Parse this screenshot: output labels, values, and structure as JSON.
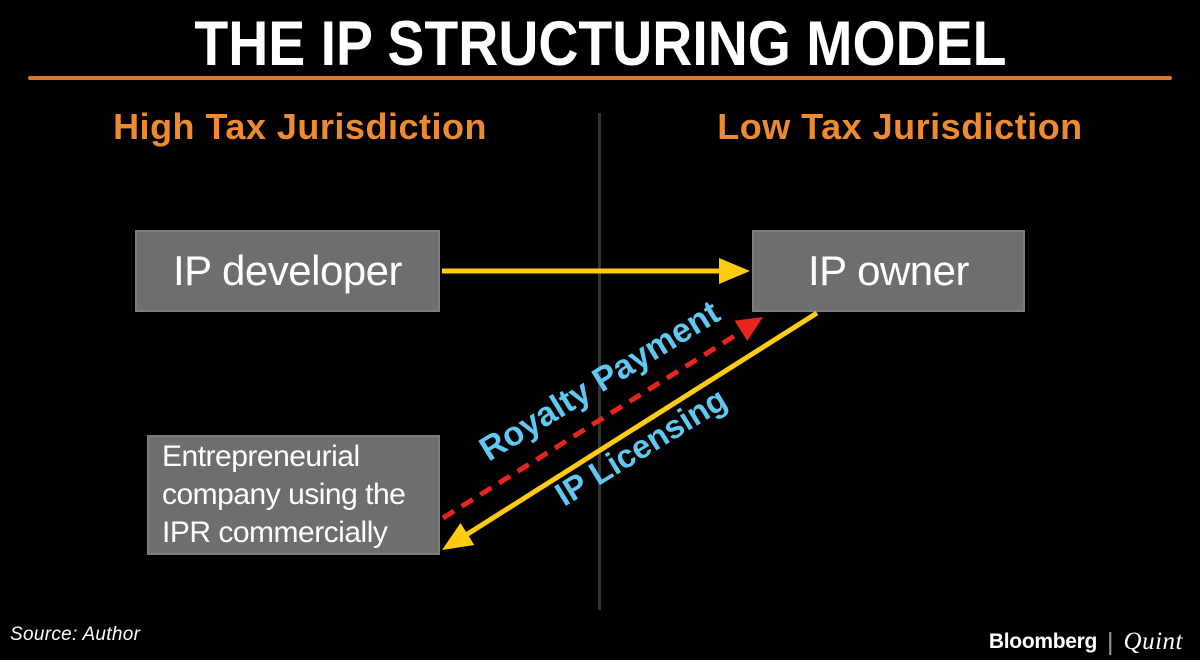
{
  "title": "THE IP STRUCTURING MODEL",
  "columns": {
    "left": "High Tax Jurisdiction",
    "right": "Low Tax Jurisdiction"
  },
  "nodes": {
    "ip_developer": {
      "label": "IP developer"
    },
    "ip_owner": {
      "label": "IP owner"
    },
    "entrepreneur": {
      "lines": [
        "Entrepreneurial",
        "company using the",
        "IPR commercially"
      ]
    }
  },
  "flows": {
    "transfer": {
      "from": "IP developer",
      "to": "IP owner",
      "label": "",
      "style": "solid-yellow"
    },
    "royalty": {
      "from": "Entrepreneurial company using the IPR commercially",
      "to": "IP owner",
      "label": "Royalty Payment",
      "style": "dashed-red"
    },
    "licensing": {
      "from": "IP owner",
      "to": "Entrepreneurial company using the IPR commercially",
      "label": "IP Licensing",
      "style": "solid-yellow"
    }
  },
  "footer": {
    "source": "Source: Author",
    "brand": {
      "left": "Bloomberg",
      "separator": "|",
      "right": "Quint"
    }
  },
  "colors": {
    "background": "#000000",
    "title_white": "#ffffff",
    "rule_orange": "#e0762a",
    "accent_orange": "#ee8a2f",
    "box_gray": "#6e6e6e",
    "box_border": "#7d7d7d",
    "box_text": "#ffffff",
    "arrow_yellow": "#ffcc11",
    "arrow_red": "#e6251c",
    "label_cyan": "#5fc9f3",
    "divider_gray": "#333333"
  }
}
